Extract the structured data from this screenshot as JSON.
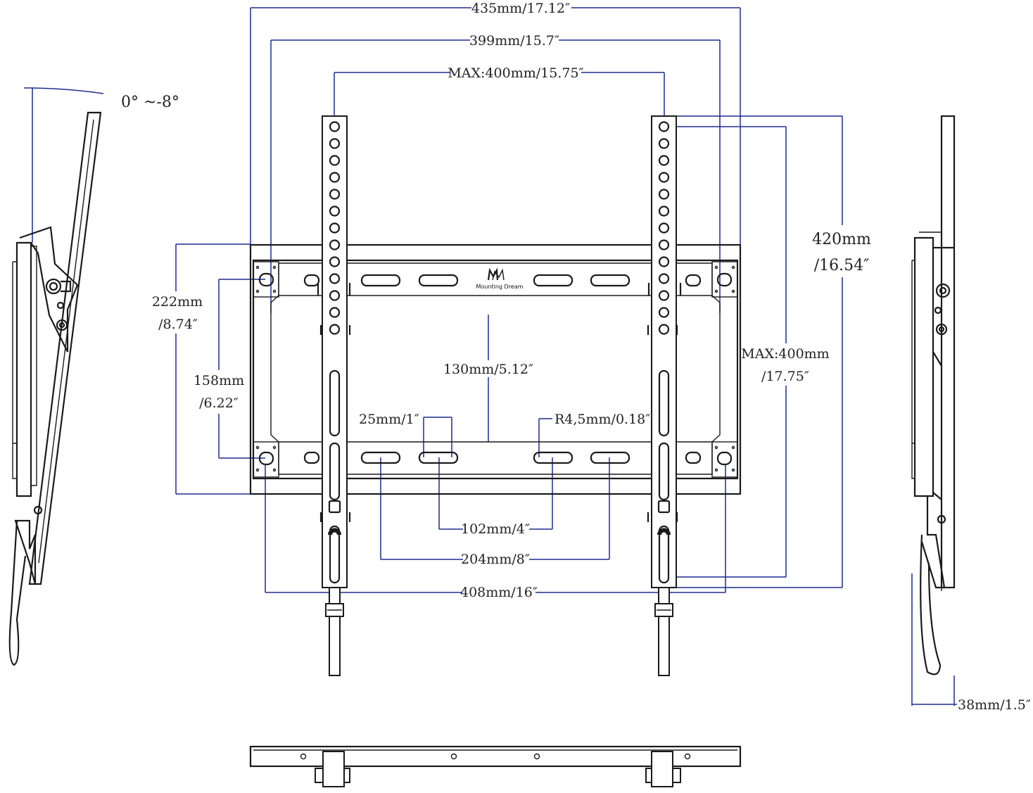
{
  "brand": {
    "logo_mark": "MD",
    "logo_text": "Mounting Dream",
    "line_color": "#1a1a1a",
    "dimension_color": "#1d2c8f"
  },
  "dimensions": {
    "overall_width": "435mm/17.12″",
    "inner_width": "399mm/15.7″",
    "vesa_max_width": "MAX:400mm/15.75″",
    "tilt_range": "0° ~-8°",
    "wall_plate_height_mm": "222mm",
    "wall_plate_height_in": "/8.74″",
    "slot_spacing_mm": "158mm",
    "slot_spacing_in": "/6.22″",
    "center_gap": "130mm/5.12″",
    "slot_width": "25mm/1″",
    "slot_radius": "R4,5mm/0.18″",
    "stud_spacing_small": "102mm/4″",
    "stud_spacing_large": "204mm/8″",
    "outer_hole_spacing": "408mm/16″",
    "arm_height_mm": "420mm",
    "arm_height_in": "/16.54″",
    "vesa_max_height_mm": "MAX:400mm",
    "vesa_max_height_in": "/17.75″",
    "profile_depth": "38mm/1.5″"
  }
}
